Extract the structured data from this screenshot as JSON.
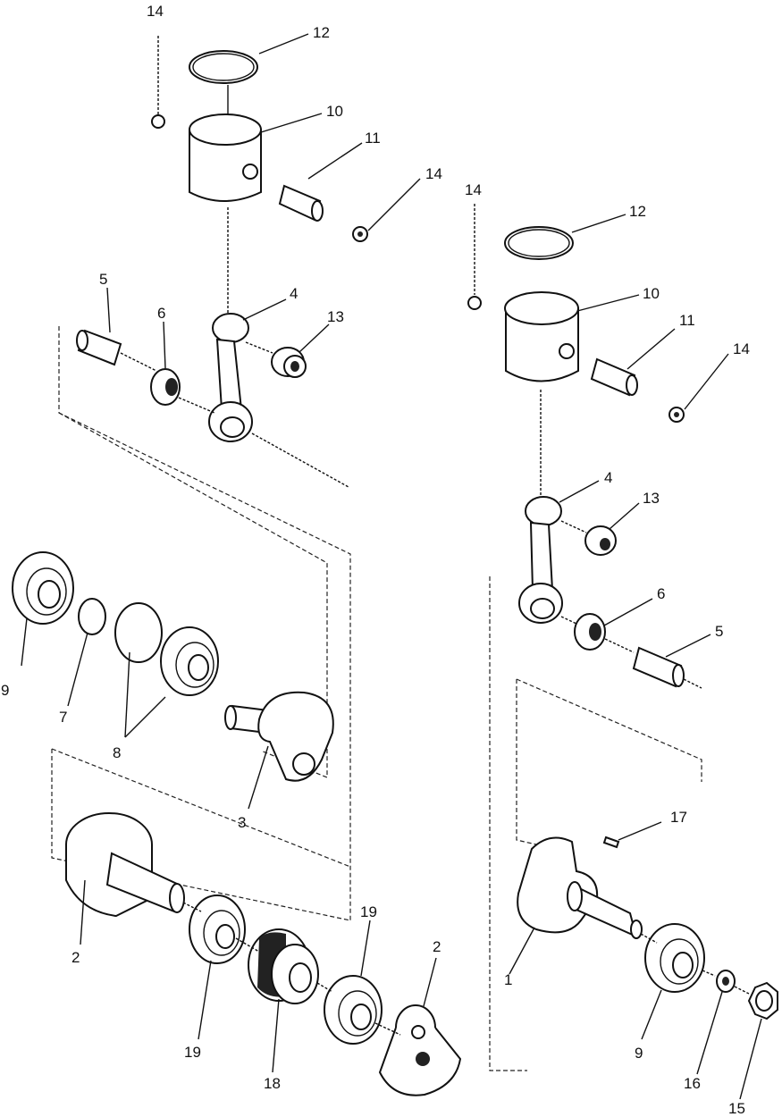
{
  "diagram": {
    "callouts": {
      "l14a": "14",
      "l12a": "12",
      "l10a": "10",
      "l11a": "11",
      "l14b": "14",
      "l5a": "5",
      "l6a": "6",
      "l4a": "4",
      "l13a": "13",
      "l14c": "14",
      "l12b": "12",
      "l10b": "10",
      "l11b": "11",
      "l14d": "14",
      "l4b": "4",
      "l13b": "13",
      "l6b": "6",
      "l5b": "5",
      "l9a": "9",
      "l7": "7",
      "l8": "8",
      "l3": "3",
      "l2a": "2",
      "l19a": "19",
      "l18": "18",
      "l19b": "19",
      "l2b": "2",
      "l17": "17",
      "l1": "1",
      "l9b": "9",
      "l16": "16",
      "l15": "15"
    }
  }
}
